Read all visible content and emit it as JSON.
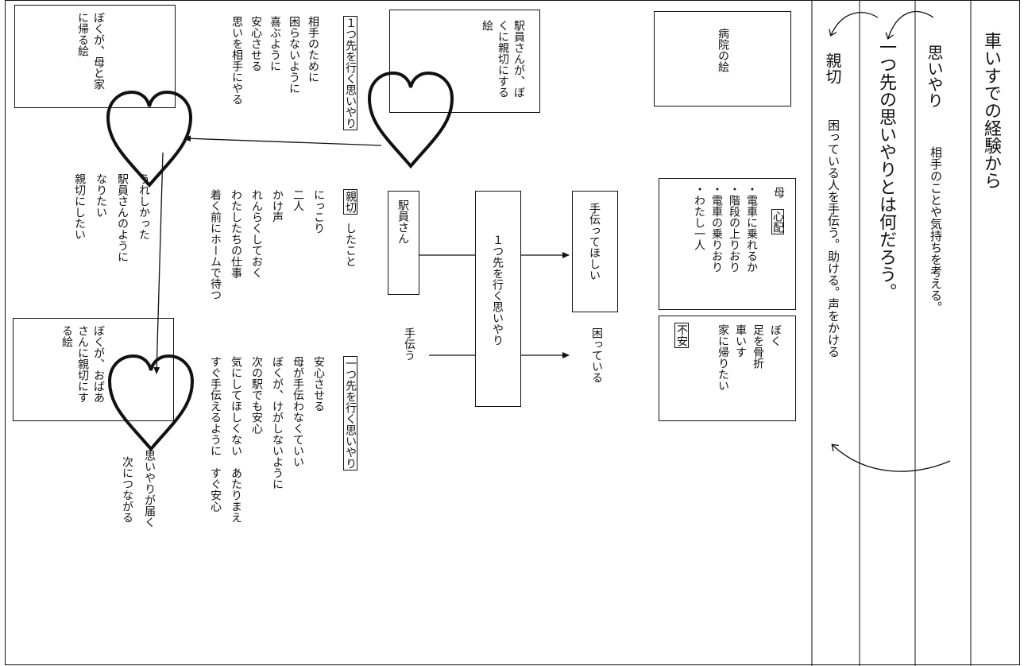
{
  "header_columns": {
    "title": "車いすでの経験から",
    "omoiyari_term": "思いやり",
    "omoiyari_desc": "相手のことや気持ちを考える。",
    "question": "一つ先の思いやりとは何だろう。",
    "shinsetsu_term": "親切",
    "shinsetsu_desc": "困っている人を手伝う。助ける。声をかける"
  },
  "right_boxes": {
    "hospital": "病院の絵",
    "mother_title": "母",
    "mother_badge": "心配",
    "mother_items": [
      "・電車に乗れるか",
      "・階段の上りおり",
      "・電車の乗りおり",
      "・わたし一人"
    ],
    "boku_lines": [
      "ぼく",
      "足を骨折",
      "車いす",
      "家に帰りたい"
    ],
    "boku_badge": "不安"
  },
  "flow": {
    "station_staff": "駅員さん",
    "center": "１つ先を行く思いやり",
    "want_help": "手伝ってほしい",
    "help": "手伝う",
    "troubled": "困っている"
  },
  "pictures": {
    "staff_kind": "駅員さんが、ぼくに親切にする絵",
    "home_with_mother": "ぼくが、母と家に帰る絵",
    "kind_to_grandma": "ぼくが、おばあさんに親切にする絵"
  },
  "section_one": {
    "heading": "１つ先を行く思いやり",
    "lines": [
      "相手のために",
      "困らないように",
      "喜ぶように",
      "安心させる",
      "思いを相手にやる"
    ]
  },
  "section_two": {
    "heading_a": "親切",
    "heading_b": "したこと",
    "lines": [
      "にっこり",
      "二人",
      "かけ声",
      "れんらくしておく",
      "わたしたちの仕事",
      "着く前にホームで待つ"
    ]
  },
  "section_three": {
    "heading": "一つ先を行く思いやり",
    "lines": [
      "安心させる",
      "母が手伝わなくていい",
      "ぼくが、けがしないように",
      "次の駅でも安心",
      "気にしてほしくない　あたりまえ",
      "すぐ手伝えるように　すぐ安心"
    ]
  },
  "feelings": {
    "lines": [
      "うれしかった",
      "駅員さんのように",
      "なりたい",
      "親切にしたい"
    ]
  },
  "reach": {
    "lines": [
      "思いやりが届く",
      "次につながる"
    ]
  }
}
